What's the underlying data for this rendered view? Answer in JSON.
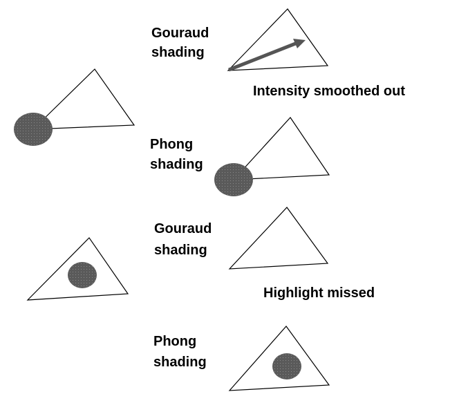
{
  "colors": {
    "background": "#ffffff",
    "outline": "#000000",
    "highlight": "#5a5a5a",
    "arrow": "#555555"
  },
  "rows": [
    {
      "method_line1": "Gouraud",
      "method_line2": "shading"
    },
    {
      "method_line1": "Phong",
      "method_line2": "shading"
    },
    {
      "method_line1": "Gouraud",
      "method_line2": "shading"
    },
    {
      "method_line1": "Phong",
      "method_line2": "shading"
    }
  ],
  "captions": {
    "top": "Intensity smoothed out",
    "bottom": "Highlight missed"
  }
}
